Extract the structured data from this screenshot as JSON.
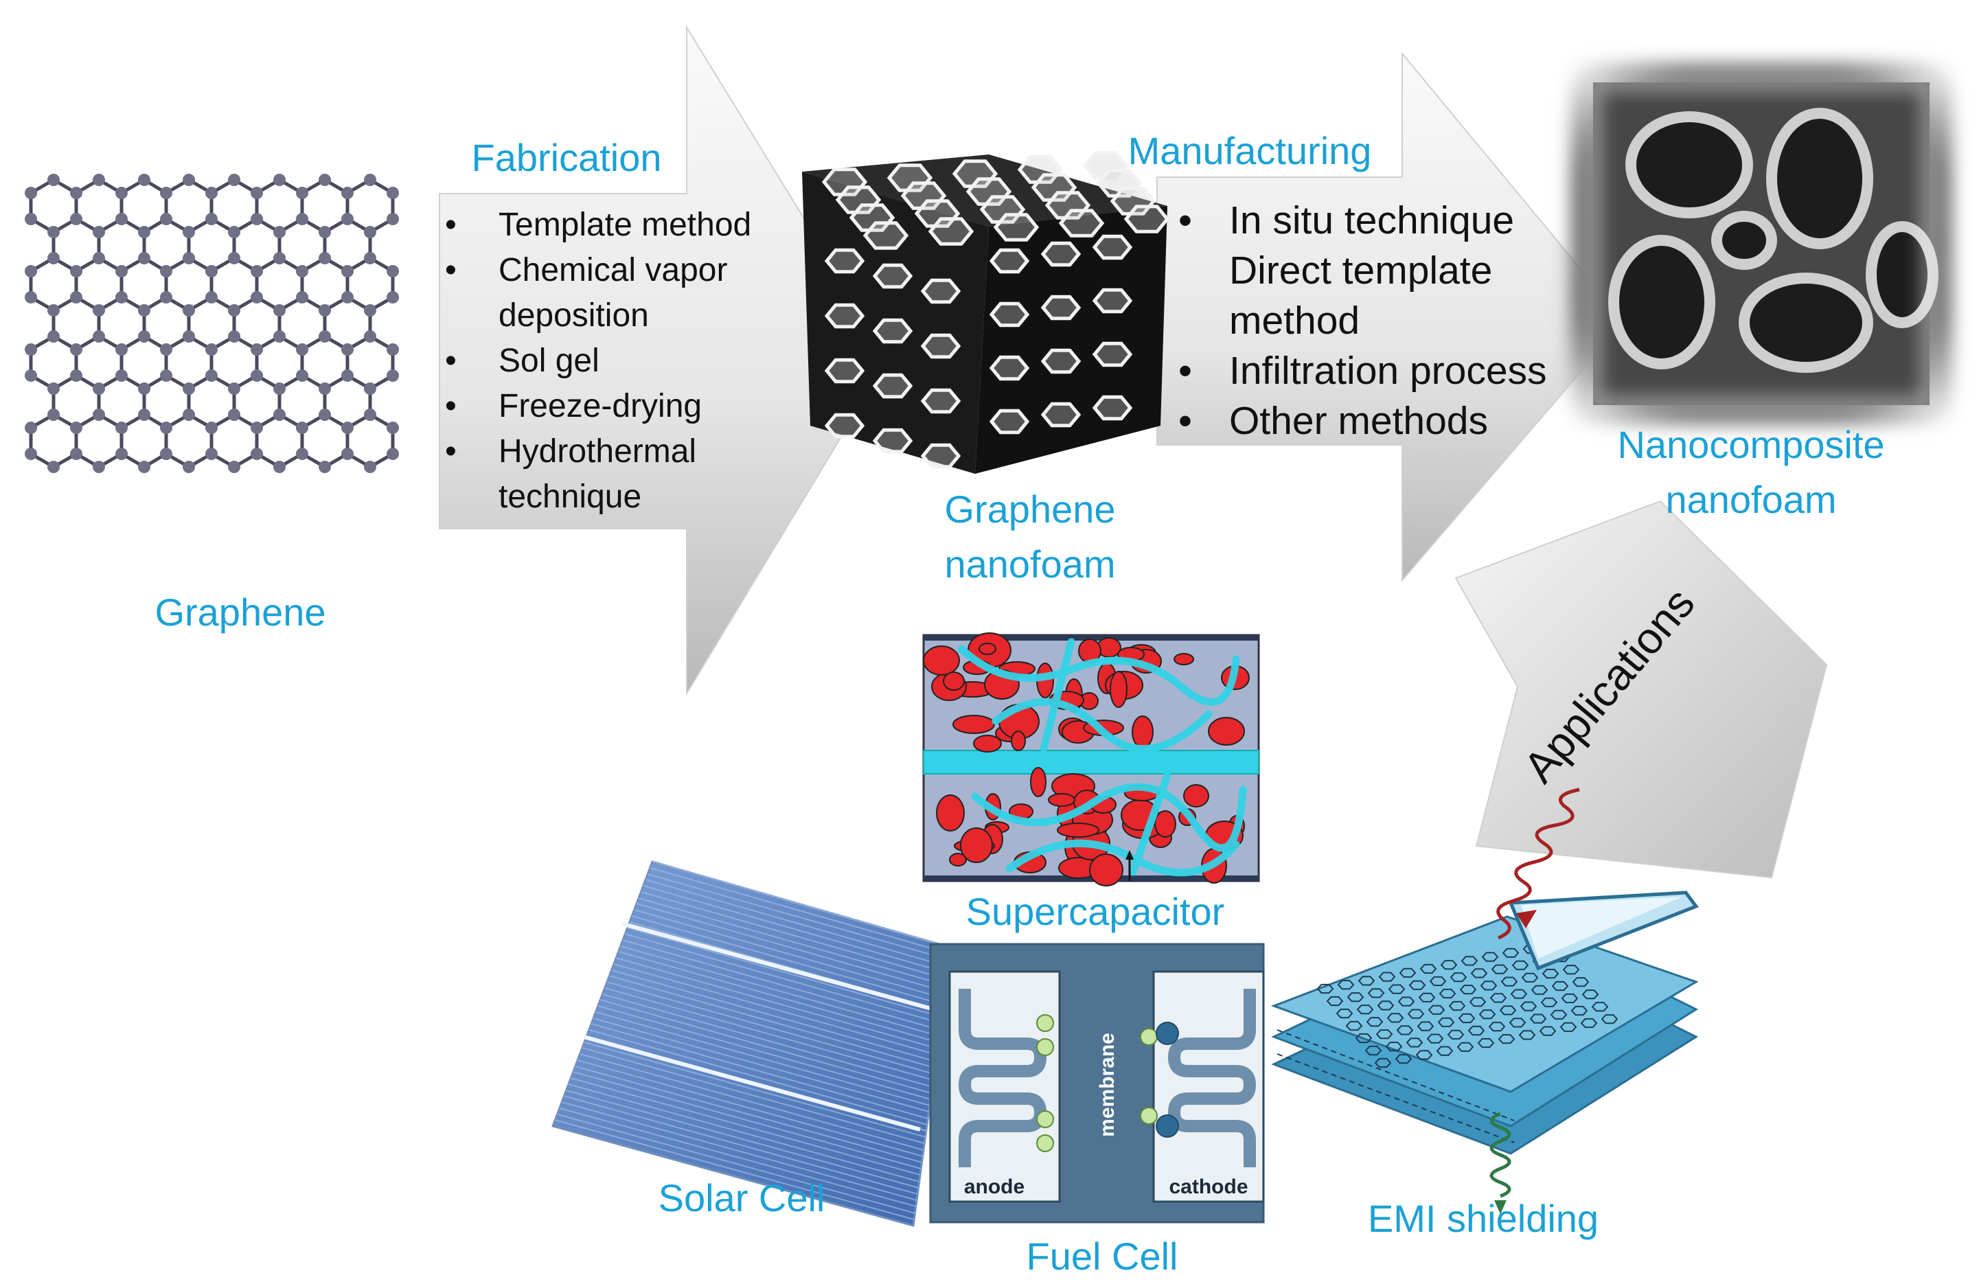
{
  "labels": {
    "graphene": "Graphene",
    "fabrication": "Fabrication",
    "graphene_nanofoam_line1": "Graphene",
    "graphene_nanofoam_line2": "nanofoam",
    "manufacturing": "Manufacturing",
    "nanocomposite_line1": "Nanocomposite",
    "nanocomposite_line2": "nanofoam",
    "applications": "Applications",
    "supercapacitor": "Supercapacitor",
    "solar_cell": "Solar Cell",
    "fuel_cell": "Fuel Cell",
    "emi_shielding": "EMI shielding"
  },
  "fabrication_methods": [
    {
      "text": "Template  method",
      "bullet": true
    },
    {
      "text": "Chemical  vapor",
      "bullet": true
    },
    {
      "text": "deposition",
      "bullet": false
    },
    {
      "text": "Sol gel",
      "bullet": true
    },
    {
      "text": "Freeze-drying",
      "bullet": true
    },
    {
      "text": "Hydrothermal",
      "bullet": true
    },
    {
      "text": "technique",
      "bullet": false
    }
  ],
  "manufacturing_methods": [
    {
      "text": "In situ technique",
      "bullet": true
    },
    {
      "text": "Direct template",
      "bullet": false
    },
    {
      "text": " method",
      "bullet": false
    },
    {
      "text": "Infiltration process",
      "bullet": true
    },
    {
      "text": "Other methods",
      "bullet": true
    }
  ],
  "fuel_cell_parts": {
    "anode": "anode",
    "membrane": "membrane",
    "cathode": "cathode"
  },
  "colors": {
    "caption": "#1ba1d6",
    "arrow_light": "#f4f4f4",
    "arrow_dark": "#b9b9b9",
    "graphene_atom": "#6f6f86",
    "graphene_bond": "#4a4a5c",
    "supercap_red": "#e5262b",
    "supercap_cyan": "#33d2e6",
    "supercap_bg": "#a7b4cf",
    "fuelcell_bg": "#4f7391",
    "solar_blue": "#5f86c4",
    "emi_blue": "#4aa5cf"
  },
  "icons": [
    "graphene-lattice-icon",
    "graphene-nanofoam-cube-icon",
    "sem-nanofoam-image",
    "supercapacitor-diagram-icon",
    "solar-cell-icon",
    "fuel-cell-diagram-icon",
    "emi-shield-layers-icon",
    "red-wave-icon",
    "green-wave-icon"
  ]
}
